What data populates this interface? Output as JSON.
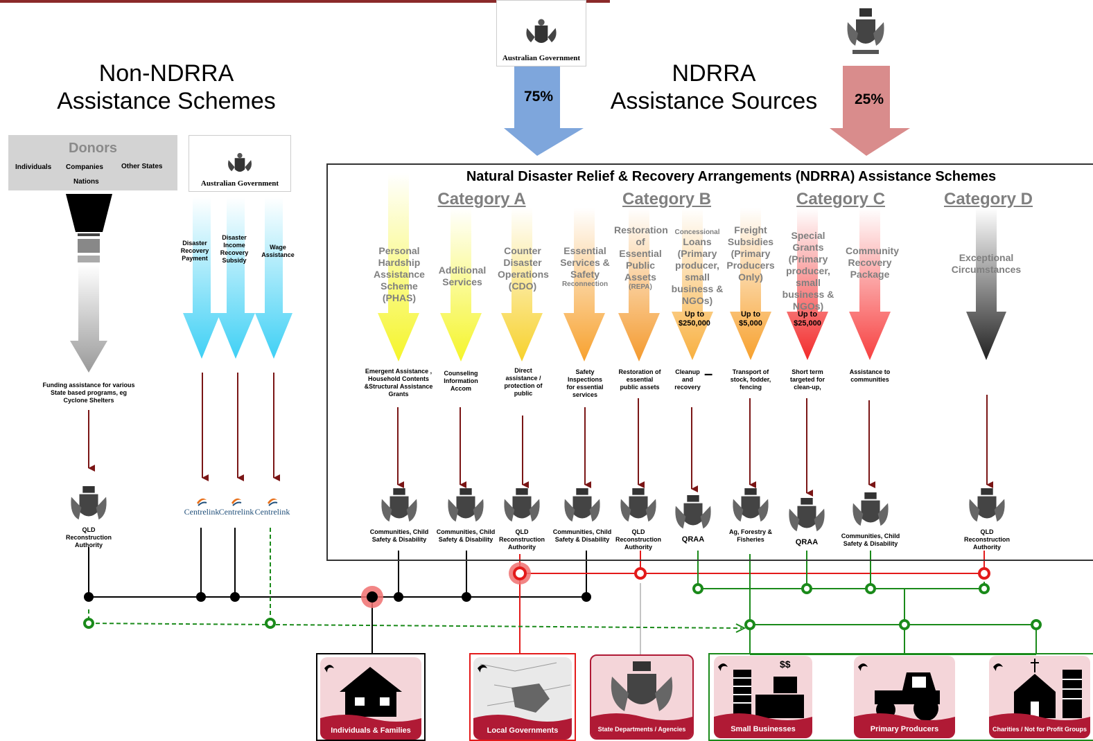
{
  "titles": {
    "non_ndrra": [
      "Non-NDRRA",
      "Assistance Schemes"
    ],
    "ndrra": [
      "NDRRA",
      "Assistance Sources"
    ],
    "scheme_box": "Natural Disaster Relief & Recovery Arrangements (NDRRA) Assistance Schemes"
  },
  "funding": {
    "federal_logo_label": "Australian Government",
    "federal_share": "75%",
    "state_share": "25%"
  },
  "donors": {
    "title": "Donors",
    "items": [
      "Individuals",
      "Companies",
      "Other States",
      "Nations"
    ],
    "description": "Funding assistance for various State based programs, eg Cyclone Shelters",
    "authority": "QLD Reconstruction Authority"
  },
  "centrelink": {
    "logo_label": "Australian Government",
    "payments": [
      "Disaster Recovery Payment",
      "Disaster Income Recovery Subsidy",
      "Wage Assistance"
    ],
    "agency": "Centrelink"
  },
  "categories": [
    "Category A",
    "Category B",
    "Category C",
    "Category D"
  ],
  "schemes": [
    {
      "label": "Personal Hardship Assistance Scheme (PHAS)",
      "amount": "",
      "desc": "Emergent Assistance , Household Contents &Structural Assistance Grants",
      "authority": "Communities, Child Safety & Disability"
    },
    {
      "label": "Additional Services",
      "amount": "",
      "desc": "Counseling Information Accom",
      "authority": "Communities, Child Safety & Disability"
    },
    {
      "label": "Counter Disaster Operations (CDO)",
      "amount": "",
      "desc": "Direct assistance / protection of public",
      "authority": "QLD Reconstruction Authority"
    },
    {
      "label": "Essential Services & Safety",
      "label_small": "Reconnection",
      "amount": "",
      "desc": "Safety Inspections for essential services",
      "authority": "Communities, Child Safety & Disability"
    },
    {
      "label": "Restoration of Essential Public Assets",
      "label_small": "(REPA)",
      "amount": "",
      "desc": "Restoration of essential public assets",
      "authority": "QLD Reconstruction Authority"
    },
    {
      "label_top": "Concessional",
      "label": "Loans (Primary producer, small business & NGOs)",
      "amount": "Up to $250,000",
      "desc": "Cleanup and recovery",
      "dash": "–",
      "authority": "QRAA"
    },
    {
      "label": "Freight Subsidies (Primary Producers Only)",
      "amount": "Up to $5,000",
      "desc": "Transport of stock, fodder, fencing",
      "authority": "Ag, Forestry & Fisheries"
    },
    {
      "label": "Special Grants (Primary producer, small business & NGOs)",
      "amount": "Up to $25,000",
      "desc": "Short term targeted for clean-up,",
      "authority": "QRAA"
    },
    {
      "label": "Community Recovery Package",
      "amount": "",
      "desc": "Assistance to communities",
      "authority": "Communities, Child Safety & Disability"
    },
    {
      "label": "Exceptional Circumstances",
      "amount": "",
      "desc": "",
      "authority": "QLD Reconstruction Authority"
    }
  ],
  "recipients": [
    "Individuals & Families",
    "Local Governments",
    "State Departments / Agencies",
    "Small Businesses",
    "Primary Producers",
    "Charities / Not for Profit Groups"
  ],
  "colors": {
    "federal_arrow": "#7ea6dc",
    "state_arrow": "#d98c8c",
    "line_black": "#000000",
    "line_red": "#e31a1a",
    "line_green": "#1a8a1a",
    "recipient_fill": "#b01a35",
    "maroon_arrow": "#7a1515"
  }
}
